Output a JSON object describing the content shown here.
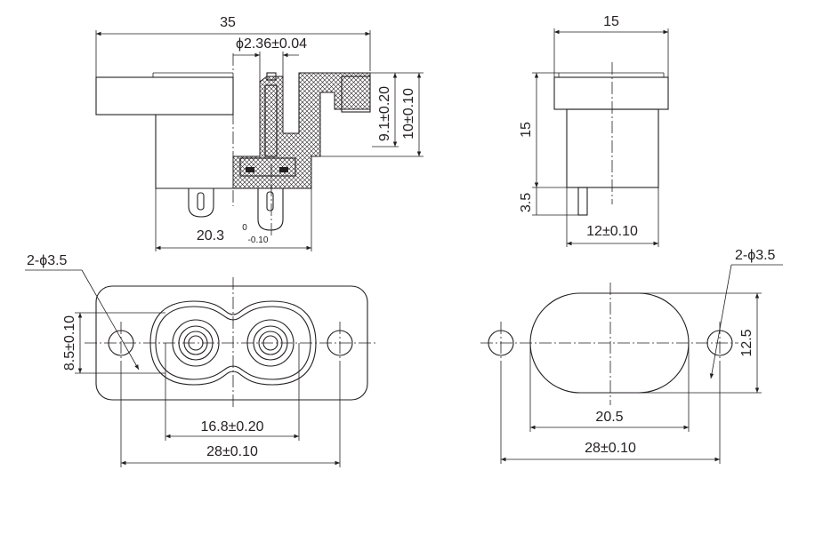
{
  "dimensions": {
    "top_width": "35",
    "pin_diameter": "ϕ2.36±0.04",
    "flange_height": "9.1±0.20",
    "overall_height": "10±0.10",
    "body_width": "20.3",
    "body_width_tol_upper": "0",
    "body_width_tol_lower": "-0.10",
    "side_width": "15",
    "side_height": "15",
    "side_pin_length": "3.5",
    "side_base_width": "12±0.10",
    "front_left_holes": "2-ϕ3.5",
    "front_left_height": "8.5±0.10",
    "front_left_pitch": "16.8±0.20",
    "front_left_mount": "28±0.10",
    "front_right_holes": "2-ϕ3.5",
    "front_right_height": "12.5",
    "front_right_width": "20.5",
    "front_right_mount": "28±0.10"
  }
}
